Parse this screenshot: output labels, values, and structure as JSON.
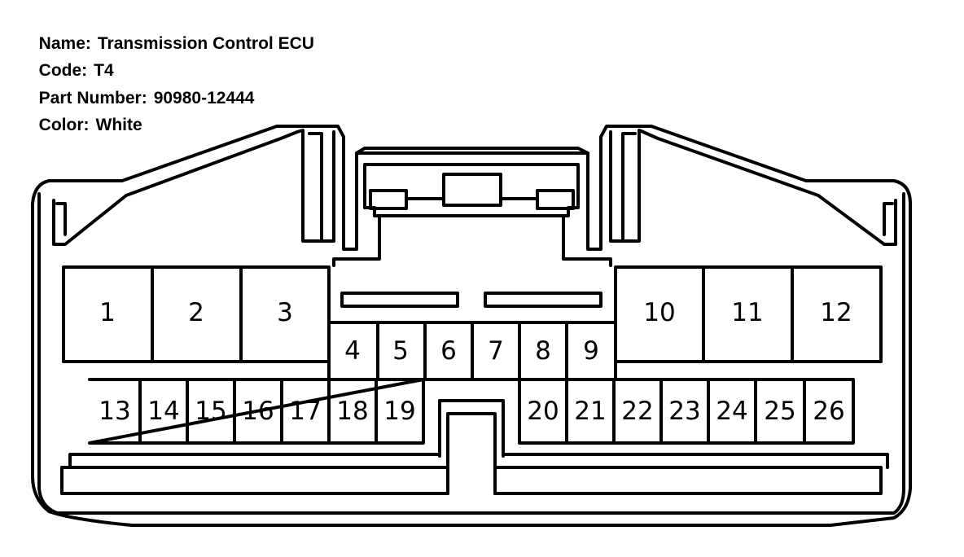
{
  "info": {
    "name_label": "Name:",
    "name_value": "Transmission Control ECU",
    "code_label": "Code:",
    "code_value": "T4",
    "part_label": "Part Number:",
    "part_value": "90980-12444",
    "color_label": "Color:",
    "color_value": "White"
  },
  "pins": {
    "p1": "1",
    "p2": "2",
    "p3": "3",
    "p4": "4",
    "p5": "5",
    "p6": "6",
    "p7": "7",
    "p8": "8",
    "p9": "9",
    "p10": "10",
    "p11": "11",
    "p12": "12",
    "p13": "13",
    "p14": "14",
    "p15": "15",
    "p16": "16",
    "p17": "17",
    "p18": "18",
    "p19": "19",
    "p20": "20",
    "p21": "21",
    "p22": "22",
    "p23": "23",
    "p24": "24",
    "p25": "25",
    "p26": "26"
  }
}
